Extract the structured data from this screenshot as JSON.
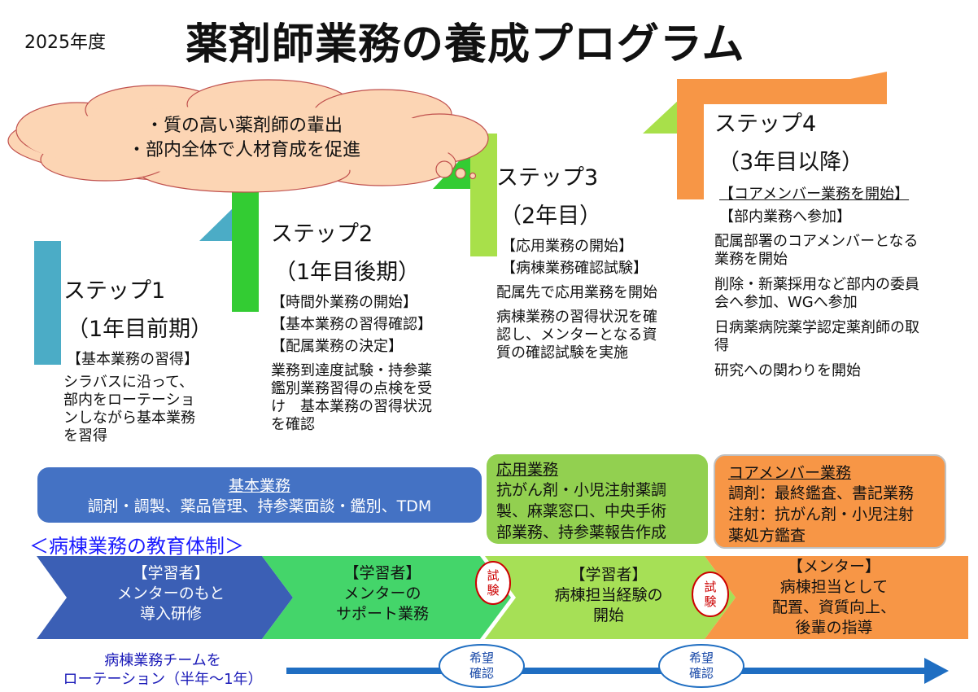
{
  "header": {
    "year": "2025年度",
    "title": "薬剤師業務の養成プログラム"
  },
  "cloud": {
    "lines": [
      "・質の高い薬剤師の輩出",
      "・部内全体で人材育成を促進"
    ]
  },
  "steps": [
    {
      "title": "ステップ1",
      "sub": "（1年目前期）",
      "lines": [
        "【基本業務の習得】",
        "シラバスに沿って、",
        "部内をローテーショ",
        "ンしながら基本業務",
        "を習得"
      ]
    },
    {
      "title": "ステップ2",
      "sub": "（1年目後期）",
      "lines": [
        "【時間外業務の開始】",
        "【基本業務の習得確認】",
        "【配属業務の決定】",
        "業務到達度試験・持参薬",
        "鑑別業務習得の点検を受",
        "け　基本業務の習得状況",
        "を確認"
      ]
    },
    {
      "title": "ステップ3",
      "sub": "（2年目）",
      "lines": [
        "【応用業務の開始】",
        "【病棟業務確認試験】",
        "配属先で応用業務を開始",
        "病棟業務の習得状況を確",
        "認し、メンターとなる資",
        "質の確認試験を実施"
      ]
    },
    {
      "title": "ステップ4",
      "sub": "（3年目以降）",
      "lines": [
        "【コアメンバー業務を開始】",
        "【部内業務へ参加】",
        "配属部署のコアメンバーとなる",
        "業務を開始",
        "削除・新薬採用など部内の委員",
        "会へ参加、WGへ参加",
        "日病薬病院薬学認定薬剤師の取",
        "得",
        "研究への関わりを開始"
      ]
    }
  ],
  "boxes": {
    "basic": {
      "title": "基本業務",
      "lines": [
        "調剤・調製、薬品管理、持参薬面談・鑑別、TDM"
      ]
    },
    "applied": {
      "title": "応用業務",
      "lines": [
        "抗がん剤・小児注射薬調",
        "製、麻薬窓口、中央手術",
        "部業務、持参薬報告作成"
      ]
    },
    "core": {
      "title": "コアメンバー業務",
      "lines": [
        "調剤：最終鑑査、書記業務",
        "注射：抗がん剤・小児注射",
        "薬処方鑑査"
      ]
    }
  },
  "education": {
    "title": "＜病棟業務の教育体制＞",
    "stages": [
      {
        "lines": [
          "【学習者】",
          "メンターのもと",
          "導入研修"
        ]
      },
      {
        "lines": [
          "【学習者】",
          "メンターの",
          "サポート業務"
        ]
      },
      {
        "lines": [
          "【学習者】",
          "病棟担当経験の",
          "開始"
        ]
      },
      {
        "lines": [
          "【メンター】",
          "病棟担当として",
          "配置、資質向上、",
          "後輩の指導"
        ]
      }
    ],
    "test_label": [
      "試",
      "験"
    ],
    "rotation": [
      "病棟業務チームを",
      "ローテーション（半年～1年）"
    ],
    "wish_label": [
      "希望",
      "確認"
    ]
  },
  "colors": {
    "step1": "#4bacc6",
    "step2": "#33cc33",
    "step3": "#a8e04a",
    "step4": "#f79646",
    "cloud": "#fcd5b4",
    "basic_box": "#4472c4",
    "applied_box": "#92d050",
    "core_box": "#f79646",
    "chev1": "#3b5fb5",
    "chev2": "#44d56a",
    "chev3": "#a6e056",
    "chev4": "#f79646",
    "arrow": "#1f6ec2",
    "test_circle": "#cc0000"
  }
}
